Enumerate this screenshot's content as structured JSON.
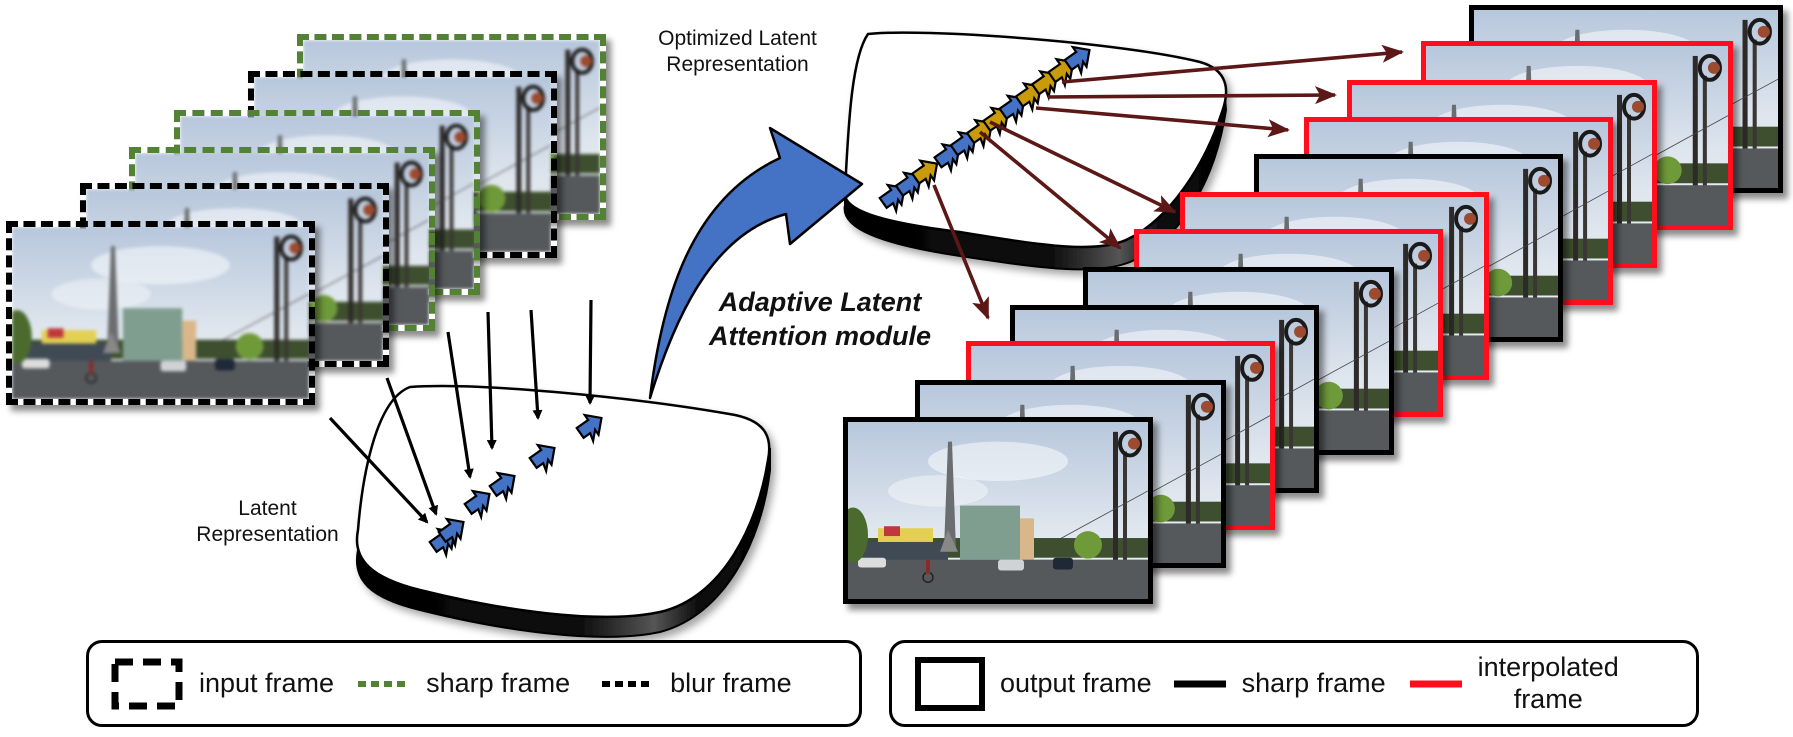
{
  "labels": {
    "optimized_latent": "Optimized Latent\nRepresentation",
    "latent": "Latent\nRepresentation",
    "module": "Adaptive Latent\nAttention module"
  },
  "colors": {
    "blue": "#4472c4",
    "gold": "#c99a0a",
    "dark_red": "#5c1717",
    "green": "#548235",
    "red": "#ff0e1e",
    "black": "#000000"
  },
  "input_frames": [
    {
      "type": "sharp"
    },
    {
      "type": "blur"
    },
    {
      "type": "sharp"
    },
    {
      "type": "sharp"
    },
    {
      "type": "blur"
    },
    {
      "type": "blur"
    }
  ],
  "output_frames": [
    {
      "type": "sharp"
    },
    {
      "type": "interpolated"
    },
    {
      "type": "interpolated"
    },
    {
      "type": "interpolated"
    },
    {
      "type": "sharp"
    },
    {
      "type": "interpolated"
    },
    {
      "type": "interpolated"
    },
    {
      "type": "sharp"
    },
    {
      "type": "sharp"
    },
    {
      "type": "interpolated"
    },
    {
      "type": "sharp"
    },
    {
      "type": "sharp"
    }
  ],
  "latent_tokens": [
    "blue",
    "blue",
    "blue",
    "blue",
    "blue",
    "blue"
  ],
  "optimized_tokens": [
    "blue",
    "blue",
    "gold",
    "blue",
    "blue",
    "gold",
    "gold",
    "blue",
    "gold",
    "gold",
    "gold",
    "blue"
  ],
  "legend_left": {
    "input_frame": "input frame",
    "sharp_frame": "sharp frame",
    "blur_frame": "blur frame"
  },
  "legend_right": {
    "output_frame": "output frame",
    "sharp_frame": "sharp frame",
    "interpolated_frame": "interpolated\nframe"
  }
}
